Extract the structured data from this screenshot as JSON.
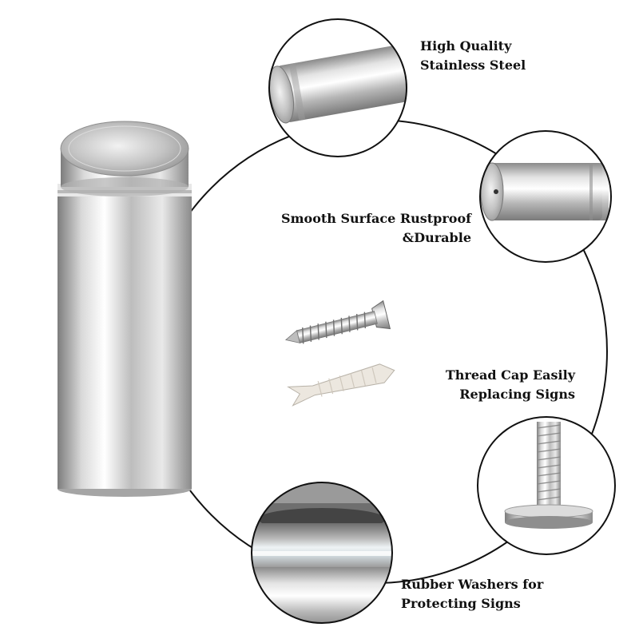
{
  "features": [
    {
      "id": "material",
      "lines": [
        "High Quality",
        "Stainless Steel"
      ]
    },
    {
      "id": "surface",
      "lines": [
        "Smooth Surface Rustproof",
        "&Durable"
      ]
    },
    {
      "id": "thread",
      "lines": [
        "Thread Cap Easily",
        "Replacing Signs"
      ]
    },
    {
      "id": "washer",
      "lines": [
        "Rubber Washers for",
        "Protecting Signs"
      ]
    }
  ],
  "colors": {
    "steel_light": "#f4f4f4",
    "steel_mid": "#c9c9c9",
    "steel_dark": "#8e8e8e",
    "outline": "#111111",
    "anchor": "#e9e4dc"
  }
}
